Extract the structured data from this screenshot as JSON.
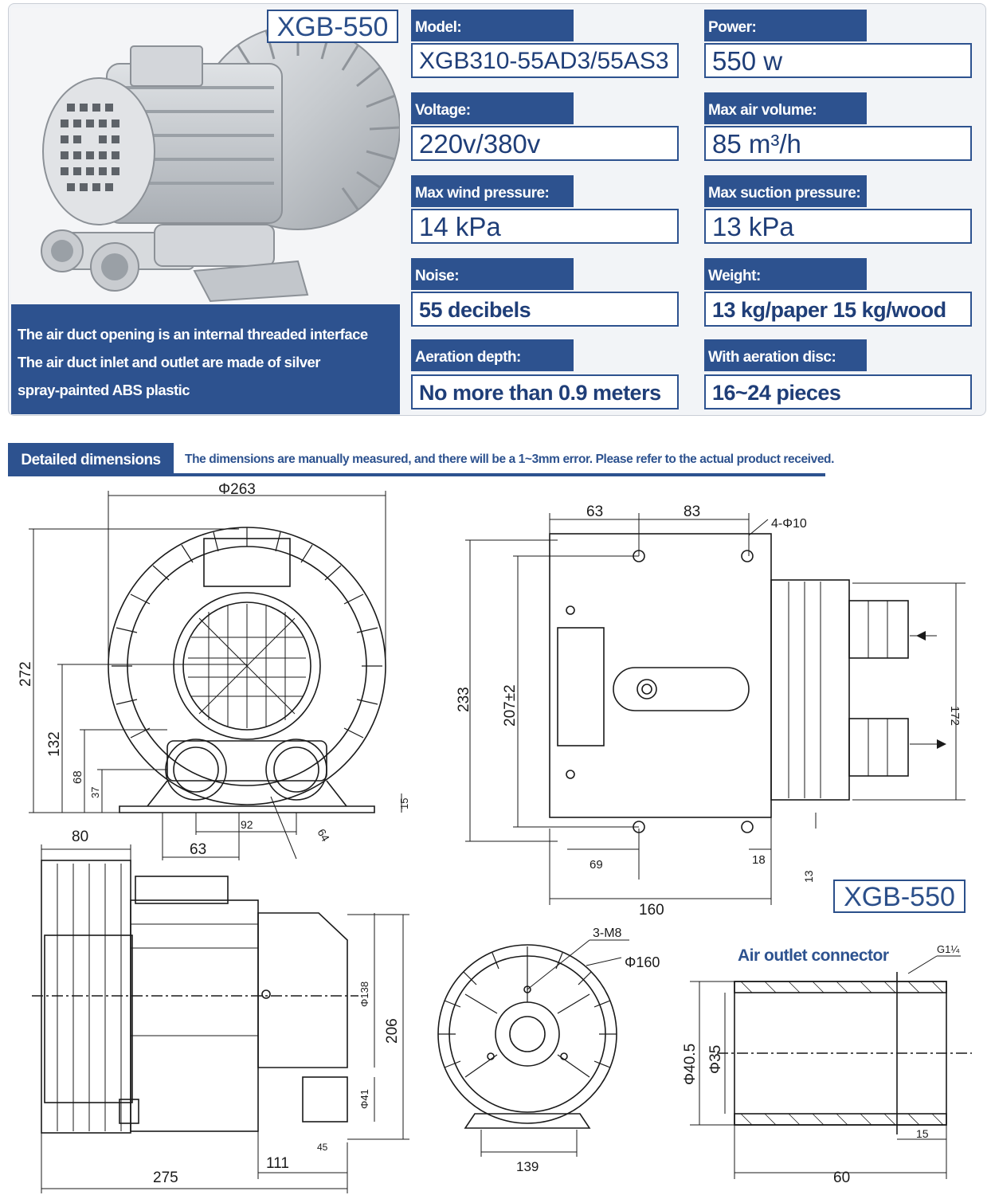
{
  "model_badge": "XGB-550",
  "photo_description": [
    "The air duct opening is an internal threaded interface",
    "The air duct inlet and outlet are made of silver",
    "spray-painted ABS plastic"
  ],
  "specs": [
    {
      "label": "Model:",
      "value": "XGB310-55AD3/55AS3"
    },
    {
      "label": "Power:",
      "value": "550 w"
    },
    {
      "label": "Voltage:",
      "value": "220v/380v"
    },
    {
      "label": "Max air volume:",
      "value": "85 m³/h"
    },
    {
      "label": "Max wind pressure:",
      "value": "14 kPa"
    },
    {
      "label": "Max suction pressure:",
      "value": "13 kPa"
    },
    {
      "label": "Noise:",
      "value": "55 decibels"
    },
    {
      "label": "Weight:",
      "value": "13 kg/paper 15 kg/wood"
    },
    {
      "label": "Aeration depth:",
      "value": "No more than 0.9 meters"
    },
    {
      "label": "With aeration disc:",
      "value": "16~24 pieces"
    }
  ],
  "dimensions_header": {
    "label": "Detailed dimensions",
    "note": "The dimensions are manually measured, and there will be a 1~3mm error. Please refer to the actual product received."
  },
  "front_view": {
    "d263": "Φ263",
    "h272": "272",
    "h132": "132",
    "h68": "68",
    "h37": "37",
    "h15": "15",
    "w92": "92",
    "w63": "63",
    "w64": "64"
  },
  "top_view": {
    "w63": "63",
    "w83": "83",
    "holes": "4-Φ10",
    "h233": "233",
    "h207": "207±2",
    "h172": "172",
    "w69": "69",
    "w18": "18",
    "h13": "13",
    "w160": "160"
  },
  "side_view": {
    "w80": "80",
    "d138": "Φ138",
    "h206": "206",
    "d41": "Φ41",
    "h45": "45",
    "w111": "111",
    "w275": "275"
  },
  "rear_view": {
    "bolts": "3-M8",
    "d160": "Φ160",
    "w139": "139"
  },
  "model_badge_2": "XGB-550",
  "outlet": {
    "title": "Air outlet connector",
    "thread": "G1¼",
    "d405": "Φ40.5",
    "d35": "Φ35",
    "w15": "15",
    "w60": "60"
  }
}
